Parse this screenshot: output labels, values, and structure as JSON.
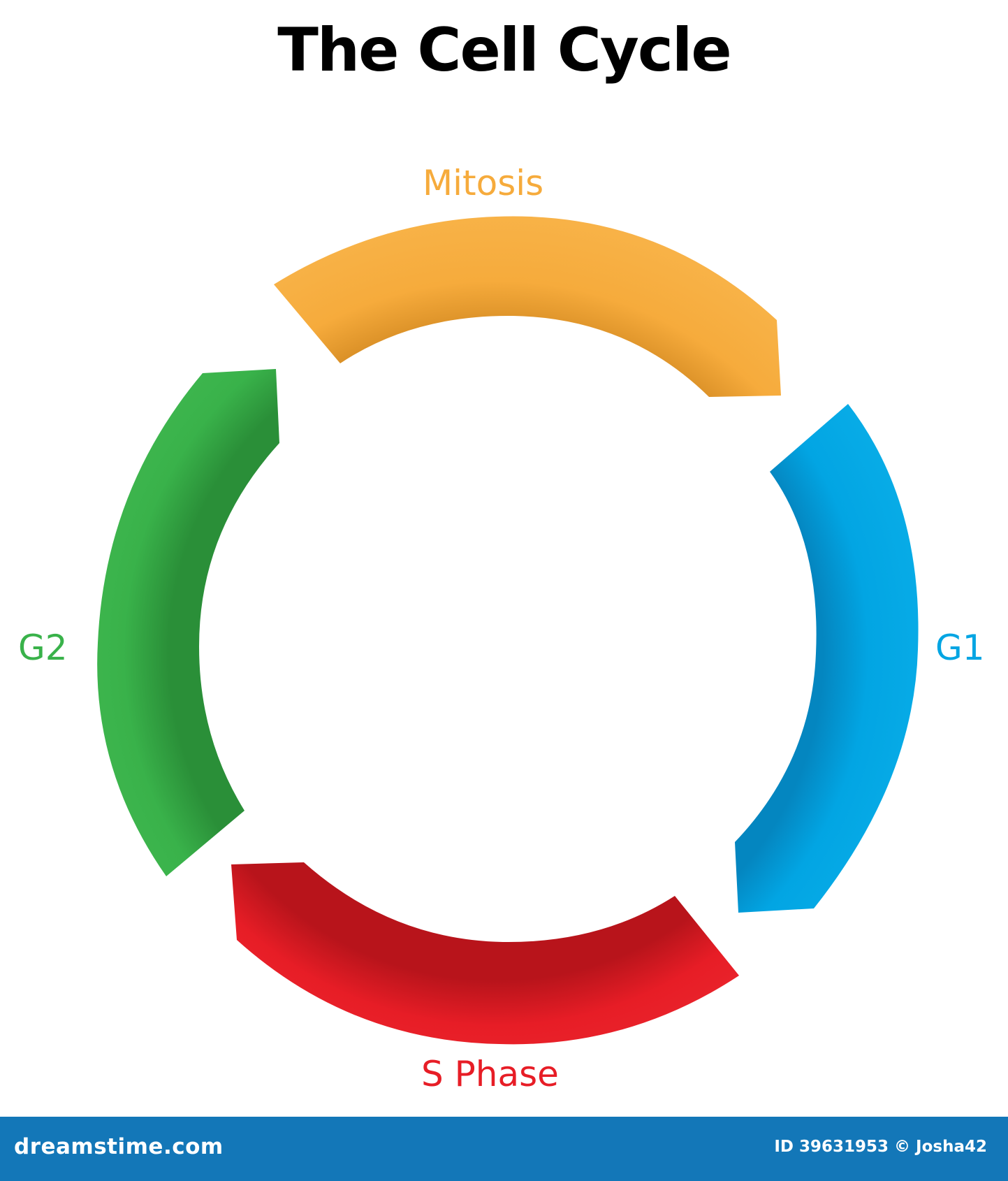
{
  "title": "The Cell Cycle",
  "phases": [
    {
      "label": "Mitosis",
      "color": "#f6ab3c"
    },
    {
      "label": "G1",
      "color": "#02a5e3"
    },
    {
      "label": "S Phase",
      "color": "#e71d26"
    },
    {
      "label": "G2",
      "color": "#39b24a"
    }
  ],
  "footer": {
    "brand": "dreamstime.com",
    "image_id": "ID 39631953 © Josha42",
    "color": "#1377b8"
  }
}
